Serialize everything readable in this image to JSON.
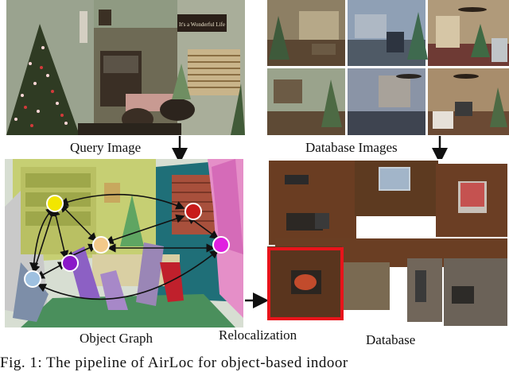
{
  "labels": {
    "query_image": "Query Image",
    "database_images": "Database Images",
    "object_graph": "Object Graph",
    "relocalization": "Relocalization",
    "database": "Database"
  },
  "caption": "Fig. 1:  The pipeline of AirLoc for object-based indoor",
  "query_sign": "It's a Wonderful Life",
  "colors": {
    "node_yellow": "#f2e600",
    "node_red": "#c81a1a",
    "node_magenta": "#e020e0",
    "node_peach": "#f3c98a",
    "node_purple": "#8a18c8",
    "node_lightblue": "#9ec0e0",
    "highlight_box": "#e8141b"
  }
}
